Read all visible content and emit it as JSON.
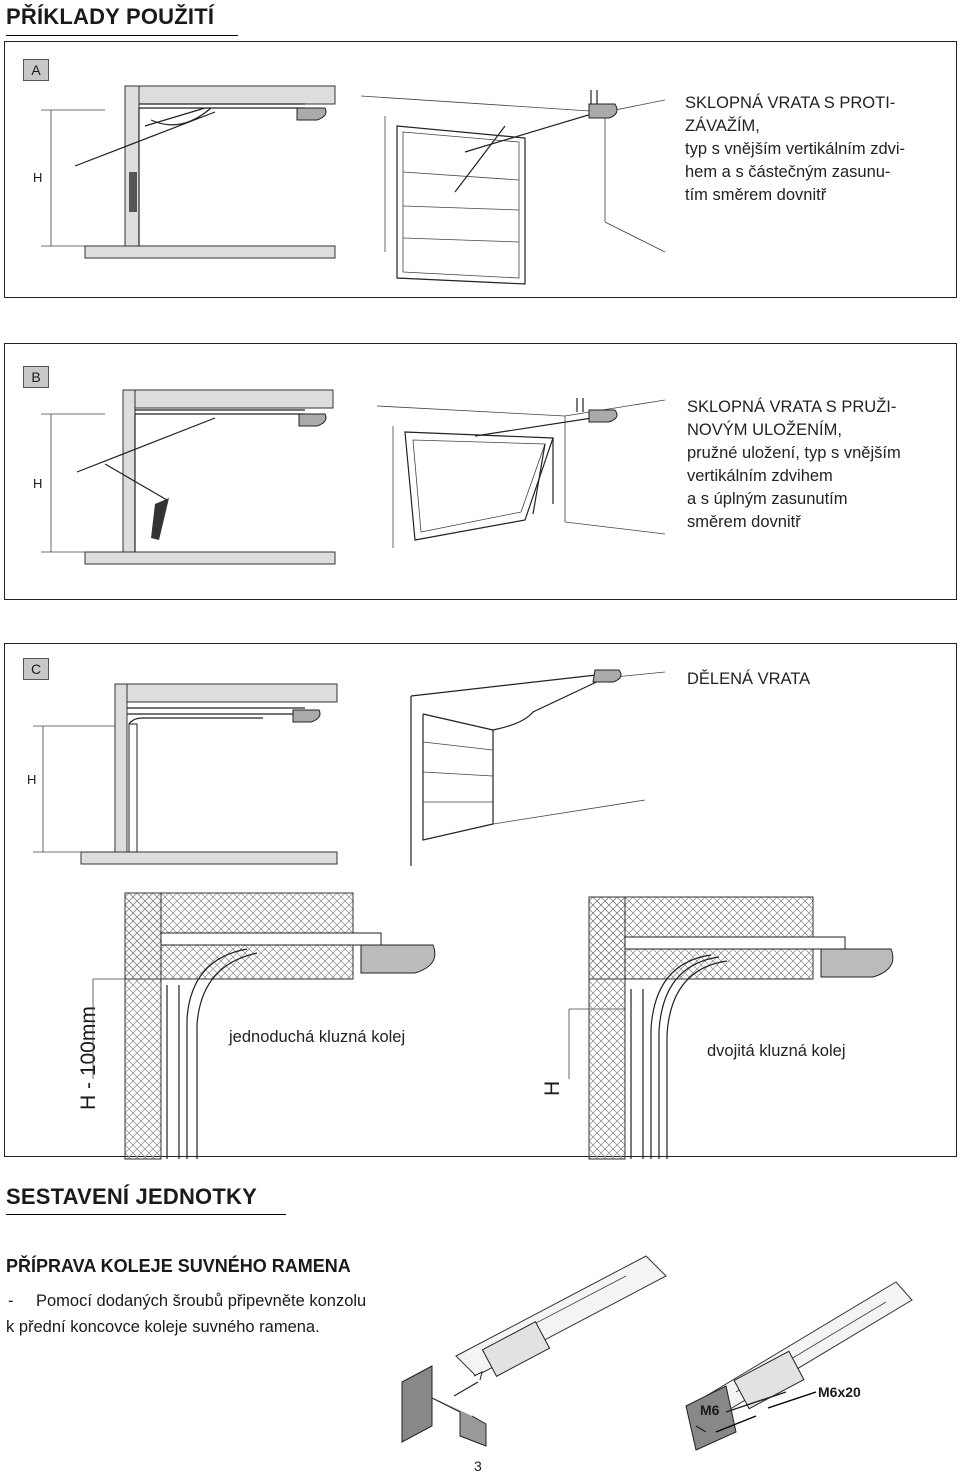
{
  "page_title": "PŘÍKLADY POUŽITÍ",
  "panels": {
    "a": {
      "badge": "A",
      "h_label": "H",
      "description_lines": [
        "SKLOPNÁ VRATA S PROTI-",
        "ZÁVAŽÍM,",
        "typ s vnějším vertikálním zdvi-",
        "hem a s částečným zasunu-",
        "tím směrem dovnitř"
      ]
    },
    "b": {
      "badge": "B",
      "h_label": "H",
      "description_lines": [
        "SKLOPNÁ VRATA S PRUŽI-",
        "NOVÝM ULOŽENÍM,",
        "pružné uložení, typ s vnějším",
        "vertikálním zdvihem",
        "a s úplným zasunutím",
        "směrem dovnitř"
      ]
    },
    "c": {
      "badge": "C",
      "h_label": "H",
      "description": "DĚLENÁ VRATA",
      "h_minus_label": "H - 100mm",
      "single_rail_label": "jednoduchá kluzná kolej",
      "h_label_2": "H",
      "double_rail_label": "dvojitá kluzná kolej"
    }
  },
  "assembly": {
    "title": "SESTAVENÍ JEDNOTKY",
    "subtitle": "PŘÍPRAVA KOLEJE SUVNÉHO RAMENA",
    "bullet_dash": "-",
    "instruction_line1": "Pomocí dodaných šroubů připevněte konzolu",
    "instruction_line2": "k přední koncovce koleje suvného ramena.",
    "label_m6": "M6",
    "label_m6x20": "M6x20"
  },
  "page_number": "3"
}
